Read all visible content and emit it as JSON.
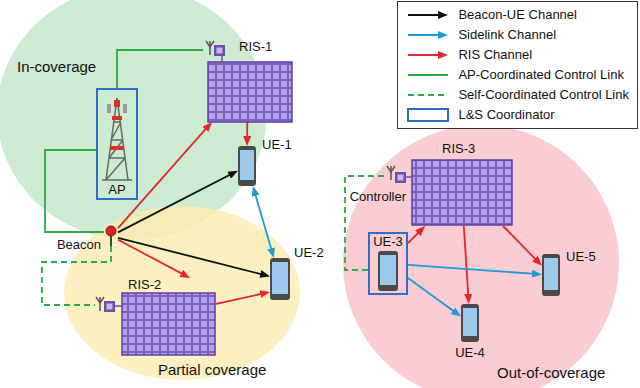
{
  "diagram": {
    "nodes": [
      {
        "text": [
          "In-coverage"
        ]
      },
      {
        "text": [
          "RIS-1"
        ],
        "in": 0
      },
      {
        "text": [
          "AP"
        ],
        "in": 0
      },
      {
        "text": [
          "UE-1"
        ],
        "in": 0
      },
      {
        "text": [
          "Partial coverage"
        ]
      },
      {
        "text": [
          "Beacon"
        ],
        "in": 4
      },
      {
        "text": [
          "RIS-2"
        ],
        "in": 4
      },
      {
        "text": [
          "UE-2"
        ],
        "in": 4
      },
      {
        "text": [
          "Out-of-coverage"
        ]
      },
      {
        "text": [
          "RIS-3"
        ],
        "in": 8
      },
      {
        "text": [
          "Controller"
        ],
        "in": 8
      },
      {
        "text": [
          "UE-3"
        ],
        "in": 8
      },
      {
        "text": [
          "UE-4"
        ],
        "in": 8
      },
      {
        "text": [
          "UE-5"
        ],
        "in": 8
      }
    ],
    "edges": [
      {
        "from": 5,
        "to": 3,
        "arrow": "to"
      },
      {
        "from": 5,
        "to": 7,
        "arrow": "to"
      },
      {
        "from": 3,
        "to": 7,
        "arrow": "both"
      },
      {
        "from": 5,
        "to": 1,
        "arrow": "to"
      },
      {
        "from": 1,
        "to": 3,
        "arrow": "to"
      },
      {
        "from": 5,
        "to": 6,
        "arrow": "to"
      },
      {
        "from": 6,
        "to": 7,
        "arrow": "to"
      },
      {
        "from": 11,
        "to": 9,
        "arrow": "to"
      },
      {
        "from": 9,
        "to": 12,
        "arrow": "to"
      },
      {
        "from": 9,
        "to": 13,
        "arrow": "to"
      },
      {
        "from": 11,
        "to": 12,
        "arrow": "to"
      },
      {
        "from": 11,
        "to": 13,
        "arrow": "to"
      },
      {
        "from": 2,
        "to": 1,
        "arrow": "none"
      },
      {
        "from": 2,
        "to": 5,
        "arrow": "none"
      },
      {
        "from": 5,
        "to": 6,
        "arrow": "none"
      },
      {
        "from": 11,
        "to": 10,
        "arrow": "none"
      }
    ],
    "legend": [
      {
        "text": "Beacon-UE Channel"
      },
      {
        "text": "Sidelink Channel"
      },
      {
        "text": "RIS Channel"
      },
      {
        "text": "AP-Coordinated Control Link"
      },
      {
        "text": "Self-Coordinated Control Link"
      },
      {
        "text": "L&S Coordinator"
      }
    ]
  }
}
